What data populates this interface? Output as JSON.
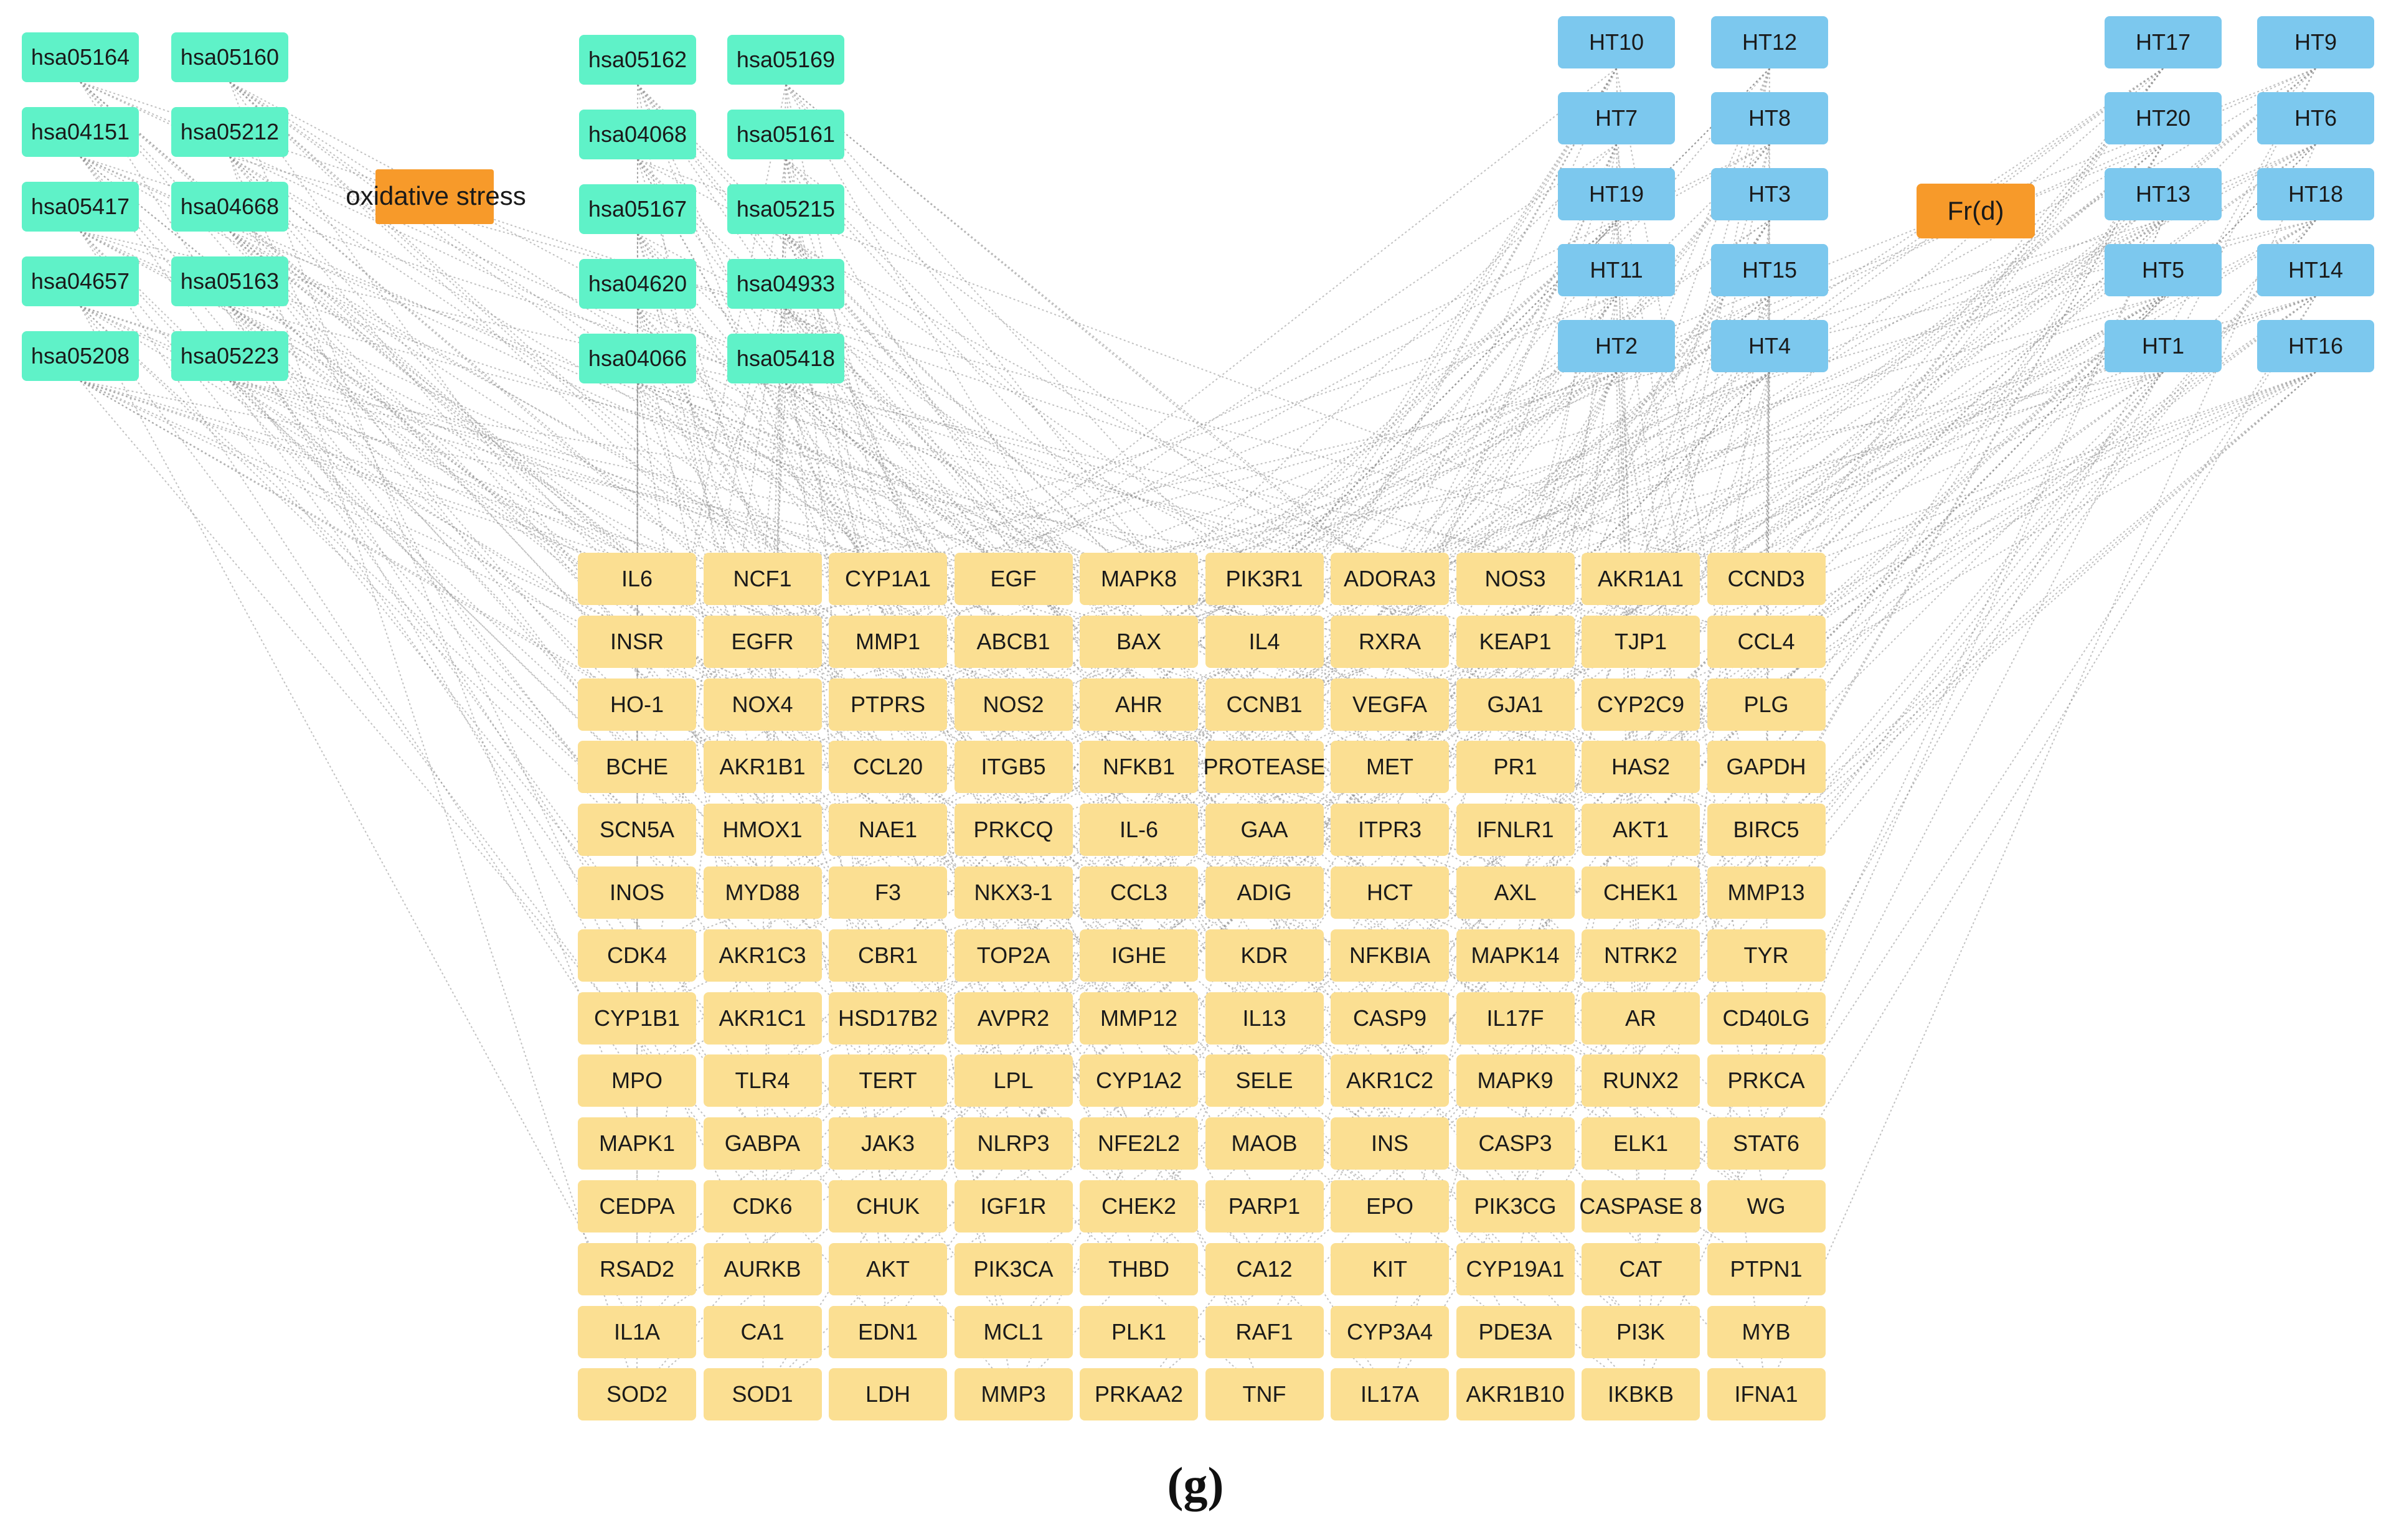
{
  "colors": {
    "pathway": "#5ff2c8",
    "compound": "#7cc8ee",
    "gene": "#fbdf92",
    "hub": "#f79a2a",
    "edge": "#8e8e8e"
  },
  "hubs": {
    "stress": "oxidative stress",
    "fraction": "Fr(d)"
  },
  "pathway_groups": [
    [
      "hsa05164",
      "hsa05160",
      "hsa04151",
      "hsa05212",
      "hsa05417",
      "hsa04668",
      "hsa04657",
      "hsa05163",
      "hsa05208",
      "hsa05223"
    ],
    [
      "hsa05162",
      "hsa05169",
      "hsa04068",
      "hsa05161",
      "hsa05167",
      "hsa05215",
      "hsa04620",
      "hsa04933",
      "hsa04066",
      "hsa05418"
    ]
  ],
  "compound_groups": [
    [
      "HT10",
      "HT12",
      "HT7",
      "HT8",
      "HT19",
      "HT3",
      "HT11",
      "HT15",
      "HT2",
      "HT4"
    ],
    [
      "HT17",
      "HT9",
      "HT20",
      "HT6",
      "HT13",
      "HT18",
      "HT5",
      "HT14",
      "HT1",
      "HT16"
    ]
  ],
  "genes": [
    [
      "IL6",
      "NCF1",
      "CYP1A1",
      "EGF",
      "MAPK8",
      "PIK3R1",
      "ADORA3",
      "NOS3",
      "AKR1A1",
      "CCND3"
    ],
    [
      "INSR",
      "EGFR",
      "MMP1",
      "ABCB1",
      "BAX",
      "IL4",
      "RXRA",
      "KEAP1",
      "TJP1",
      "CCL4"
    ],
    [
      "HO-1",
      "NOX4",
      "PTPRS",
      "NOS2",
      "AHR",
      "CCNB1",
      "VEGFA",
      "GJA1",
      "CYP2C9",
      "PLG"
    ],
    [
      "BCHE",
      "AKR1B1",
      "CCL20",
      "ITGB5",
      "NFKB1",
      "PROTEASE",
      "MET",
      "PR1",
      "HAS2",
      "GAPDH"
    ],
    [
      "SCN5A",
      "HMOX1",
      "NAE1",
      "PRKCQ",
      "IL-6",
      "GAA",
      "ITPR3",
      "IFNLR1",
      "AKT1",
      "BIRC5"
    ],
    [
      "INOS",
      "MYD88",
      "F3",
      "NKX3-1",
      "CCL3",
      "ADIG",
      "HCT",
      "AXL",
      "CHEK1",
      "MMP13"
    ],
    [
      "CDK4",
      "AKR1C3",
      "CBR1",
      "TOP2A",
      "IGHE",
      "KDR",
      "NFKBIA",
      "MAPK14",
      "NTRK2",
      "TYR"
    ],
    [
      "CYP1B1",
      "AKR1C1",
      "HSD17B2",
      "AVPR2",
      "MMP12",
      "IL13",
      "CASP9",
      "IL17F",
      "AR",
      "CD40LG"
    ],
    [
      "MPO",
      "TLR4",
      "TERT",
      "LPL",
      "CYP1A2",
      "SELE",
      "AKR1C2",
      "MAPK9",
      "RUNX2",
      "PRKCA"
    ],
    [
      "MAPK1",
      "GABPA",
      "JAK3",
      "NLRP3",
      "NFE2L2",
      "MAOB",
      "INS",
      "CASP3",
      "ELK1",
      "STAT6"
    ],
    [
      "CEDPA",
      "CDK6",
      "CHUK",
      "IGF1R",
      "CHEK2",
      "PARP1",
      "EPO",
      "PIK3CG",
      "CASPASE 8",
      "WG"
    ],
    [
      "RSAD2",
      "AURKB",
      "AKT",
      "PIK3CA",
      "THBD",
      "CA12",
      "KIT",
      "CYP19A1",
      "CAT",
      "PTPN1"
    ],
    [
      "IL1A",
      "CA1",
      "EDN1",
      "MCL1",
      "PLK1",
      "RAF1",
      "CYP3A4",
      "PDE3A",
      "PI3K",
      "MYB"
    ],
    [
      "SOD2",
      "SOD1",
      "LDH",
      "MMP3",
      "PRKAA2",
      "TNF",
      "IL17A",
      "AKR1B10",
      "IKBKB",
      "IFNA1"
    ]
  ],
  "caption": "(g)"
}
